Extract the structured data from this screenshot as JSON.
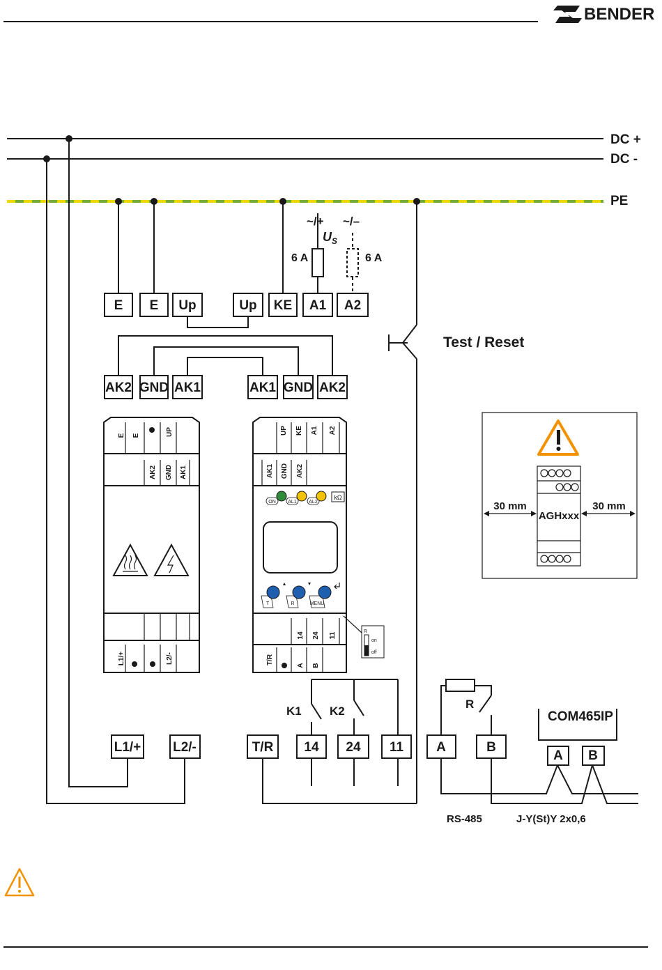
{
  "brand": {
    "name": "BENDER",
    "logo_icon": "bender-logo-icon"
  },
  "rails": {
    "dc_plus": "DC +",
    "dc_minus": "DC -",
    "pe": "PE"
  },
  "supply": {
    "phase_plus": "~/+",
    "phase_minus": "~/–",
    "us_main": "U",
    "us_sub": "S",
    "fuse_left": "6 A",
    "fuse_right": "6 A"
  },
  "top_terminals": {
    "e1": "E",
    "e2": "E",
    "up1": "Up",
    "up2": "Up",
    "ke": "KE",
    "a1": "A1",
    "a2": "A2"
  },
  "ak_terminals": {
    "ak2_left": "AK2",
    "gnd_left": "GND",
    "ak1_left": "AK1",
    "ak1_right": "AK1",
    "gnd_right": "GND",
    "ak2_right": "AK2"
  },
  "test_reset": "Test / Reset",
  "coupling_device": {
    "top_row": [
      "E",
      "E",
      "●",
      "UP"
    ],
    "mid_row": [
      "AK2",
      "GND",
      "AK1"
    ],
    "bottom_row": [
      "L1/+",
      "●",
      "●",
      "L2/-"
    ],
    "icons": [
      "hot-surface-warning-icon",
      "electric-shock-warning-icon"
    ]
  },
  "monitor_device": {
    "top_row": [
      "UP",
      "KE",
      "A1",
      "A2"
    ],
    "mid_row": [
      "AK1",
      "GND",
      "AK2"
    ],
    "leds": [
      "ON",
      "AL1",
      "AL2"
    ],
    "unit": "kΩ",
    "buttons": [
      "T",
      "R",
      "MENU"
    ],
    "relay_row": [
      "14",
      "24",
      "11"
    ],
    "bottom_row": [
      "T/R",
      "●",
      "A",
      "B"
    ],
    "switch": {
      "r": "R",
      "on": "on",
      "off": "off"
    }
  },
  "clearance": {
    "left": "30 mm",
    "right": "30 mm",
    "device": "AGHxxx",
    "icon": "caution-triangle-icon"
  },
  "relays": {
    "k1": "K1",
    "k2": "K2"
  },
  "bottom_terminals": {
    "l1": "L1/+",
    "l2": "L2/-",
    "tr": "T/R",
    "t14": "14",
    "t24": "24",
    "t11": "11",
    "a": "A",
    "b": "B"
  },
  "rs485": {
    "resistor": "R",
    "label": "RS-485",
    "cable": "J-Y(St)Y 2x0,6"
  },
  "com": {
    "name": "COM465IP",
    "a": "A",
    "b": "B"
  },
  "colors": {
    "line": "#1a1a1a",
    "pe_green": "#6fae3b",
    "pe_yellow": "#f2d600",
    "warning_orange": "#f39200",
    "button_blue": "#1f5fae",
    "led_green": "#2e8b3a",
    "led_yellow": "#f2c200"
  }
}
